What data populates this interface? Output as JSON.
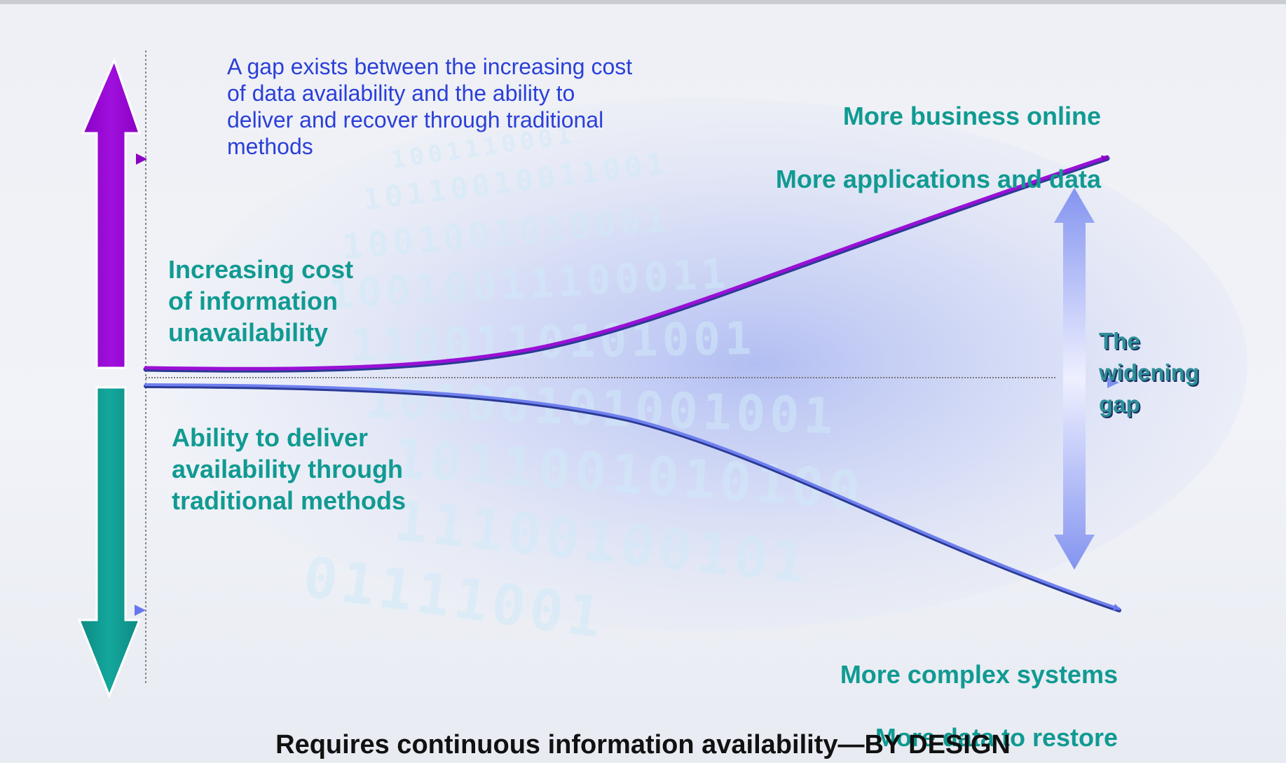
{
  "intro_text": "A gap exists between the increasing cost\nof data availability and the ability to\ndeliver and recover through traditional\nmethods",
  "top_right": {
    "line1": "More business online",
    "line2": "More applications and data"
  },
  "cost_label": "Increasing cost\nof information\nunavailability",
  "ability_label": "Ability to deliver\navailability through\ntraditional methods",
  "bottom_right": {
    "line1": "More complex systems",
    "line2": "More data to restore"
  },
  "gap_label": "The\nwidening\ngap",
  "footer": "Requires continuous information availability—BY DESIGN",
  "background_digits": [
    "1001110001",
    "10110010011001",
    "1001001010001",
    "10010011100011",
    "1100110101001",
    "10100101001001",
    "1011001010100",
    "11100100101",
    "01111001"
  ],
  "colors": {
    "purple": "#9900cc",
    "teal": "#119a90",
    "blue_line": "#6677ee",
    "gap_arrow": "#8f9cf3",
    "text_blue": "#2b3fd8",
    "text_teal": "#109a92"
  }
}
